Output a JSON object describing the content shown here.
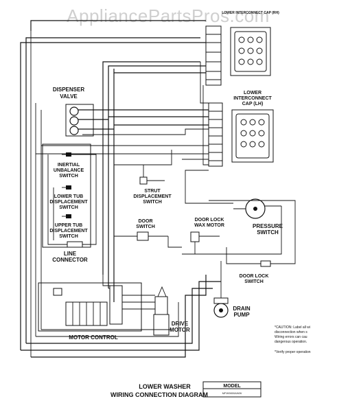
{
  "watermark": "AppliancePartsPros.com",
  "components": {
    "lower_interconnect_rh": "LOWER INTERCONNECT CAP (RH)",
    "lower_interconnect_lh_line1": "LOWER",
    "lower_interconnect_lh_line2": "INTERCONNECT",
    "lower_interconnect_lh_line3": "CAP (LH)",
    "dispenser_valve_line1": "DISPENSER",
    "dispenser_valve_line2": "VALVE",
    "inertial_line1": "INERTIAL",
    "inertial_line2": "UNBALANCE",
    "inertial_line3": "SWITCH",
    "lower_tub_line1": "LOWER TUB",
    "lower_tub_line2": "DISPLACEMENT",
    "lower_tub_line3": "SWITCH",
    "upper_tub_line1": "UPPER TUB",
    "upper_tub_line2": "DISPLACEMENT",
    "upper_tub_line3": "SWITCH",
    "line_connector_line1": "LINE",
    "line_connector_line2": "CONNECTOR",
    "strut_line1": "STRUT",
    "strut_line2": "DISPLACEMENT",
    "strut_line3": "SWITCH",
    "door_switch_line1": "DOOR",
    "door_switch_line2": "SWITCH",
    "door_lock_wax_line1": "DOOR LOCK",
    "door_lock_wax_line2": "WAX MOTOR",
    "pressure_switch_line1": "PRESSURE",
    "pressure_switch_line2": "SWITCH",
    "door_lock_switch_line1": "DOOR LOCK",
    "door_lock_switch_line2": "SWITCH",
    "drain_pump_line1": "DRAIN",
    "drain_pump_line2": "PUMP",
    "motor_control": "MOTOR CONTROL",
    "drive_motor_line1": "DRIVE",
    "drive_motor_line2": "MOTOR"
  },
  "caution": {
    "line1": "*CAUTION: Label all wi",
    "line2": "disconnection when s",
    "line3": "Wiring errors can cau",
    "line4": "dangerous operation.",
    "line5": "*Verify proper operation"
  },
  "footer": {
    "title_line1": "LOWER WASHER",
    "title_line2": "WIRING CONNECTION DIAGRAM",
    "model_label": "MODEL",
    "model_value": "MFW9800AWW"
  }
}
